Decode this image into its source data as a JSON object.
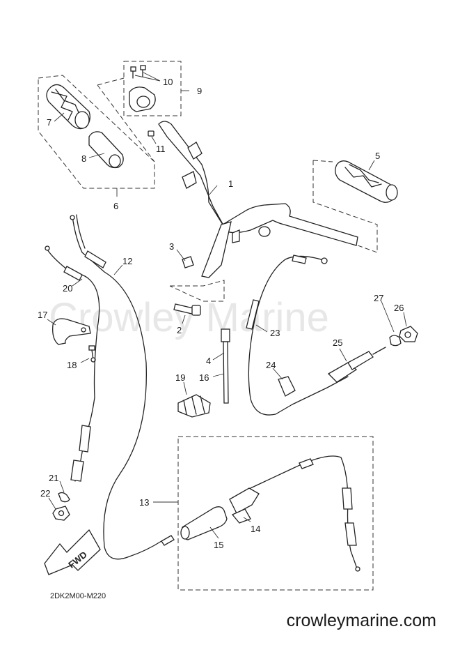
{
  "diagram": {
    "watermark": "Crowley Marine",
    "diagram_code": "2DK2M00-M220",
    "website": "crowleymarine.com",
    "fwd_label": "FWD",
    "callouts": {
      "c1": "1",
      "c2": "2",
      "c3": "3",
      "c4": "4",
      "c5": "5",
      "c6": "6",
      "c7": "7",
      "c8": "8",
      "c9": "9",
      "c10": "10",
      "c11": "11",
      "c12": "12",
      "c13": "13",
      "c14": "14",
      "c15": "15",
      "c16": "16",
      "c17": "17",
      "c18": "18",
      "c19": "19",
      "c20": "20",
      "c21": "21",
      "c22": "22",
      "c23": "23",
      "c24": "24",
      "c25": "25",
      "c26": "26",
      "c27": "27"
    }
  }
}
